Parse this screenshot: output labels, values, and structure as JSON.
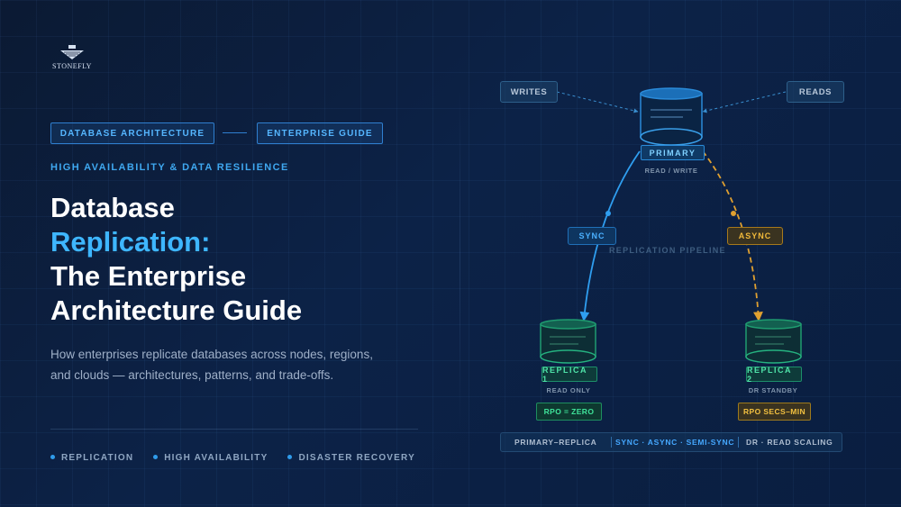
{
  "brand": {
    "name": "STONEFLY"
  },
  "tags": {
    "left": "DATABASE ARCHITECTURE",
    "right": "ENTERPRISE GUIDE"
  },
  "eyebrow": "HIGH AVAILABILITY & DATA RESILIENCE",
  "title": {
    "line1": "Database",
    "line2": "Replication:",
    "line3": "The Enterprise",
    "line4": "Architecture Guide"
  },
  "description": "How enterprises replicate databases across nodes, regions, and clouds — architectures, patterns, and trade-offs.",
  "footer_topics": [
    "REPLICATION",
    "HIGH AVAILABILITY",
    "DISASTER RECOVERY"
  ],
  "diagram": {
    "inputs": {
      "writes": "WRITES",
      "reads": "READS"
    },
    "primary": {
      "label": "PRIMARY",
      "sub": "READ / WRITE"
    },
    "replica1": {
      "label": "REPLICA 1",
      "sub": "READ ONLY",
      "rpo": "RPO = ZERO"
    },
    "replica2": {
      "label": "REPLICA 2",
      "sub": "DR STANDBY",
      "rpo": "RPO SECS–MIN"
    },
    "modes": {
      "sync": "SYNC",
      "async": "ASYNC"
    },
    "pipeline": "REPLICATION PIPELINE",
    "bottom": {
      "left": "PRIMARY–REPLICA",
      "middle": "SYNC · ASYNC · SEMI-SYNC",
      "right": "DR · READ SCALING"
    }
  },
  "colors": {
    "background": "#0c2247",
    "accent_blue": "#3eb6ff",
    "sync_blue": "#2a8ad8",
    "async_amber": "#e0a030",
    "replica_green": "#3fe39a"
  }
}
